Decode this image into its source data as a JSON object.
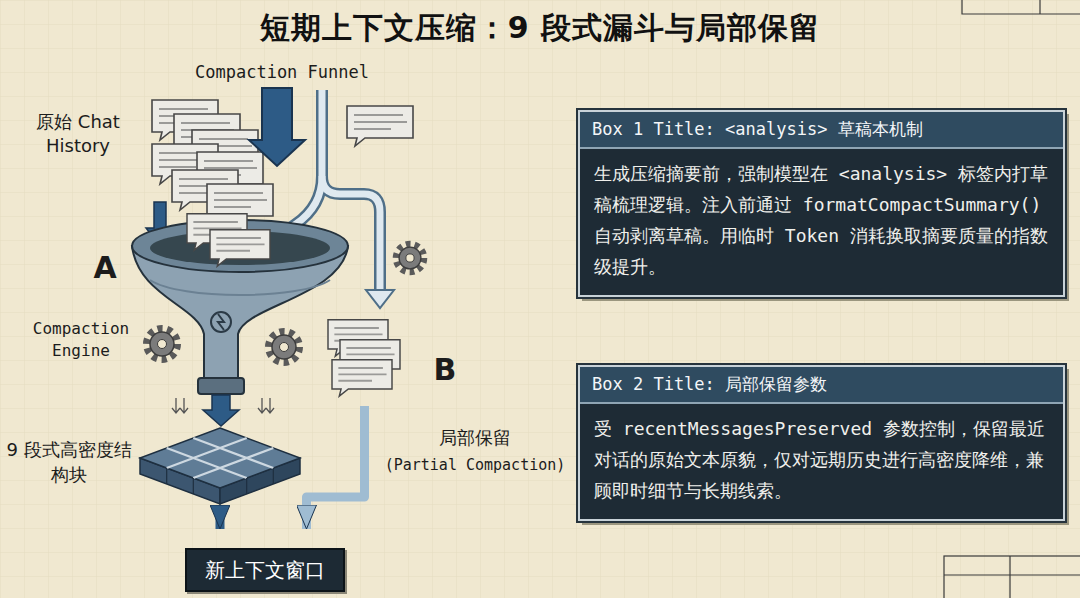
{
  "diagram": {
    "title": "短期上下文压缩：9 段式漏斗与局部保留",
    "nodes": [
      {
        "text": [
          "9 段式高密度结构块"
        ]
      },
      {
        "text": [
          "局部保留",
          "(Partial Compaction)"
        ]
      },
      {
        "text": [
          "新上下文窗口"
        ]
      },
      {
        "text": [
          "Box 1 Title: <analysis> 草稿本机制",
          "生成压缩摘要前，强制模型在 <analysis> 标签内打草稿梳理逻辑。注入前通过 formatCompactSummary() 自动剥离草稿。用临时 Token 消耗换取摘要质量的指数级提升。"
        ]
      },
      {
        "text": [
          "Box 2 Title: 局部保留参数",
          "受 recentMessagesPreserved 参数控制，保留最近对话的原始文本原貌，仅对远期历史进行高密度降维，兼顾即时细节与长期线索。"
        ]
      }
    ],
    "edges": [
      {
        "from": 0,
        "to": 2,
        "arrow": "to"
      },
      {
        "from": 1,
        "to": 2,
        "arrow": "to"
      }
    ],
    "labels": [
      "Compaction Funnel",
      "原始 Chat History",
      "A",
      "Compaction Engine",
      "B"
    ]
  }
}
